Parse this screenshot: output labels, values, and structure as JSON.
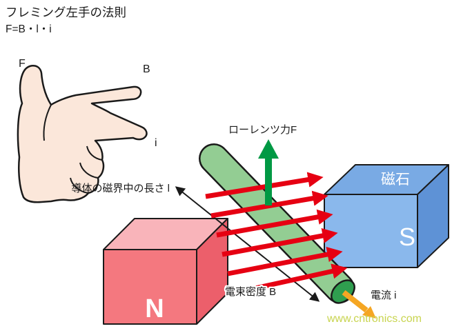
{
  "header": {
    "title": "フレミング左手の法則",
    "formula": "F=B・l・i"
  },
  "hand": {
    "force_label": "F",
    "field_label": "B",
    "current_label": "i"
  },
  "labels": {
    "lorentz_force": "ローレンツ力F",
    "conductor_length": "導体の磁界中の長さ l",
    "flux_density": "電束密度 B",
    "current": "電流 i"
  },
  "magnets": {
    "north": "N",
    "south": "S",
    "caption": "磁石"
  },
  "watermark": {
    "text": "www.cntronics.com"
  },
  "colors": {
    "flux_arrow_red": "#e60012",
    "lorentz_green": "#009944",
    "current_orange": "#f5a623",
    "conductor_green": "#93cd93",
    "conductor_cap_green": "#2f9e4f",
    "north_magnet_pink": "#f4787f",
    "north_magnet_top": "#f9b4ba",
    "north_magnet_side": "#ec5f6b",
    "south_magnet_blue": "#8ab8ec",
    "south_magnet_top": "#79aae4",
    "south_magnet_side": "#5e92d6",
    "hand_skin": "#fbe7da",
    "watermark_green": "#c8d44e",
    "ink": "#1a1a1a"
  }
}
